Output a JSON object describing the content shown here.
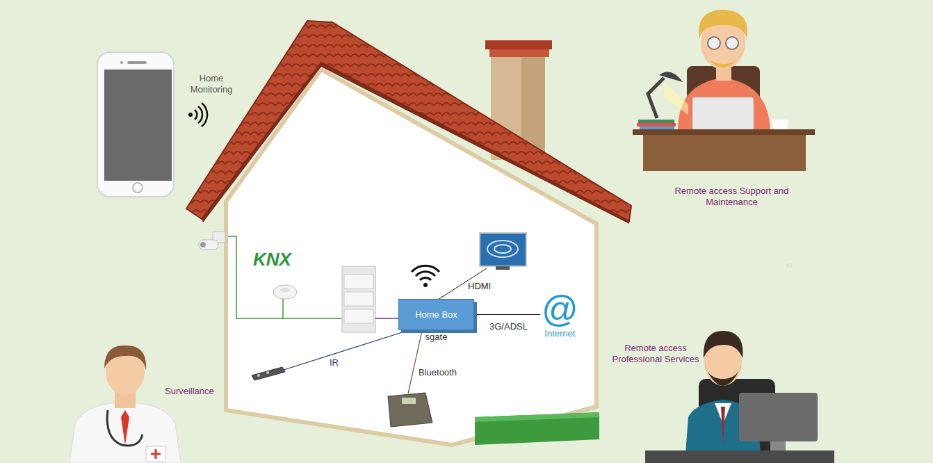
{
  "diagram": {
    "nodes": [
      {
        "text": [
          "Home Box",
          "sgate"
        ]
      },
      {
        "text": [
          "@",
          "Internet"
        ]
      }
    ],
    "edges": [
      {
        "from": 0,
        "to": 1,
        "label": "3G/ADSL",
        "arrow": "none"
      }
    ],
    "labels": [
      "Home Monitoring",
      "KNX",
      "HDMI",
      "IR",
      "Bluetooth",
      "Surveillance",
      "Remote access Support and Maintenance",
      "Remote access Professional Services",
      "IR"
    ]
  }
}
